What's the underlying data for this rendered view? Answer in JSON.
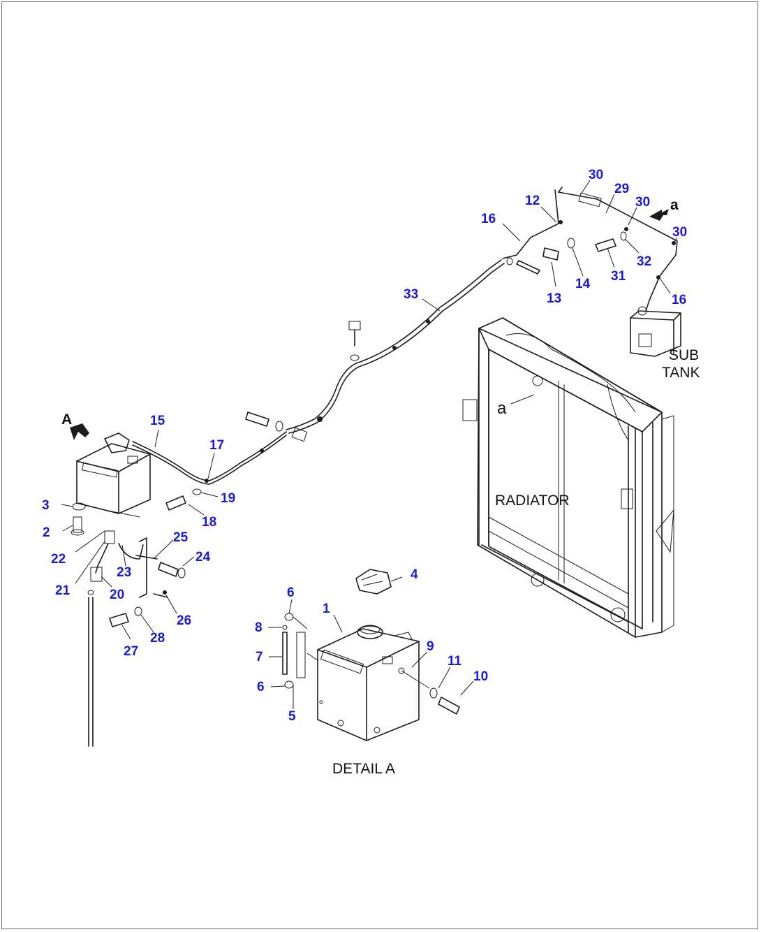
{
  "labels": {
    "detail": "DETAIL A",
    "radiator": "RADIATOR",
    "sub_tank_line1": "SUB",
    "sub_tank_line2": "TANK",
    "view_arrow": "A",
    "ref_a_arrow": "a",
    "ref_a_radiator": "a"
  },
  "callouts": [
    "1",
    "2",
    "3",
    "4",
    "5",
    "6",
    "6",
    "7",
    "8",
    "9",
    "10",
    "11",
    "12",
    "13",
    "14",
    "15",
    "16",
    "16",
    "17",
    "18",
    "19",
    "20",
    "21",
    "22",
    "23",
    "24",
    "25",
    "26",
    "27",
    "28",
    "29",
    "30",
    "30",
    "30",
    "31",
    "32",
    "33"
  ]
}
